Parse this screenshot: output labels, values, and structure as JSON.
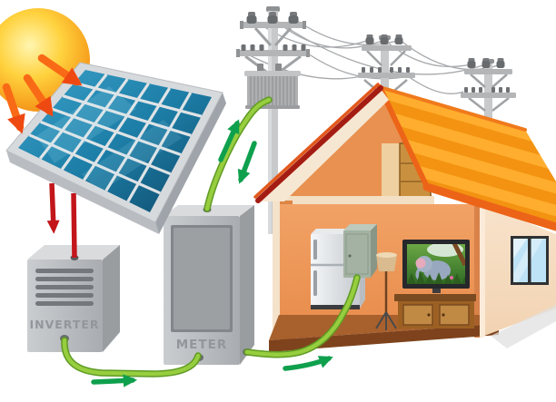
{
  "labels": {
    "inverter": "INVERTER",
    "meter": "METER"
  },
  "diagram": {
    "type": "illustration",
    "topic": "Solar energy system with net metering for a home",
    "components": [
      {
        "name": "sun"
      },
      {
        "name": "sunlight-ray-arrows"
      },
      {
        "name": "solar-panel"
      },
      {
        "name": "dc-cable-red"
      },
      {
        "name": "inverter"
      },
      {
        "name": "meter"
      },
      {
        "name": "utility-pole-with-transformer"
      },
      {
        "name": "utility-pole-2"
      },
      {
        "name": "utility-pole-3"
      },
      {
        "name": "power-lines"
      },
      {
        "name": "cutaway-house"
      },
      {
        "name": "refrigerator"
      },
      {
        "name": "breaker-panel"
      },
      {
        "name": "floor-lamp"
      },
      {
        "name": "television"
      },
      {
        "name": "tv-cabinet"
      },
      {
        "name": "window"
      }
    ],
    "flows": [
      {
        "from": "sun",
        "to": "solar-panel",
        "style": "orange-arrows"
      },
      {
        "from": "solar-panel",
        "to": "inverter",
        "style": "red-dc-cable-arrow"
      },
      {
        "from": "inverter",
        "to": "meter",
        "style": "green-ac-cable",
        "direction": "right"
      },
      {
        "from": "meter",
        "to": "pole-transformer",
        "style": "green-cable",
        "direction": "bidirectional"
      },
      {
        "from": "meter",
        "to": "house-breaker-panel",
        "style": "green-cable",
        "direction": "into-house"
      }
    ]
  },
  "colors": {
    "sun": "#FFC42E",
    "ray_arrow": "#F96A16",
    "panel_cell_blue": "#1F6E99",
    "dc_arrow_red": "#C2161B",
    "ac_cable_green": "#8DC63F",
    "flow_arrow_green": "#0FA04E",
    "device_gray": "#BFC2C5",
    "roof_orange": "#F9A01E",
    "roof_trim": "#EC6418",
    "gable_trim_red": "#A41C12",
    "interior_wall": "#F09D5F",
    "exterior_wall": "#F6DCC1",
    "floor_brown": "#A9622E"
  }
}
